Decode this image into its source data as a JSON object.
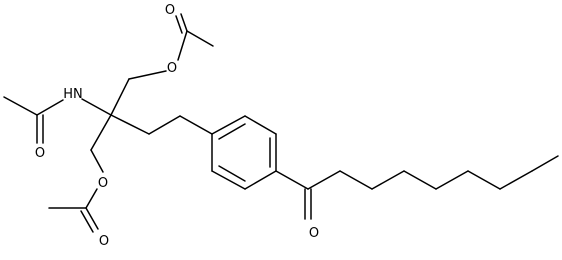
{
  "atom_labels": {
    "o_ester_top": "O",
    "o_carbonyl_top": "O",
    "n_amide": "HN",
    "o_amide": "O",
    "o_ester_bottom": "O",
    "o_carbonyl_bottom": "O",
    "o_ketone": "O"
  },
  "colors": {
    "bond": "#000000",
    "label": "#000000",
    "background": "#ffffff"
  }
}
